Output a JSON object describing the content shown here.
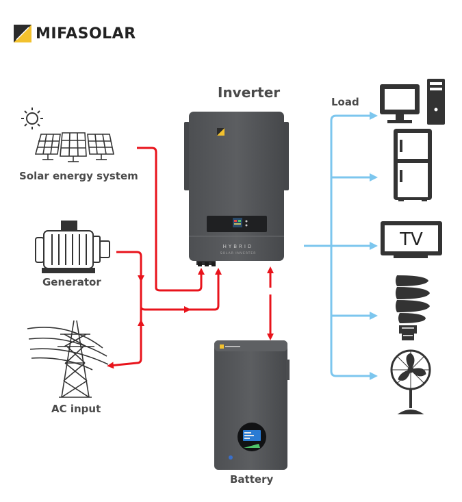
{
  "brand": {
    "name": "MIFASOLAR",
    "accent": "#f2c12e"
  },
  "labels": {
    "inverter": "Inverter",
    "load": "Load",
    "solar": "Solar energy system",
    "generator": "Generator",
    "ac_input": "AC input",
    "battery": "Battery"
  },
  "inverter_panel": {
    "line1": "HYBRID",
    "line2": "SOLAR INVERTER"
  },
  "tv_text": "TV",
  "colors": {
    "power_flow": "#e8131b",
    "load_flow": "#7cc6ee",
    "device": "#55575a",
    "icon": "#333333"
  },
  "icons": [
    "sun-icon",
    "solar-panel-icon",
    "generator-icon",
    "power-tower-icon",
    "computer-icon",
    "refrigerator-icon",
    "tv-icon",
    "light-bulb-icon",
    "fan-icon"
  ]
}
